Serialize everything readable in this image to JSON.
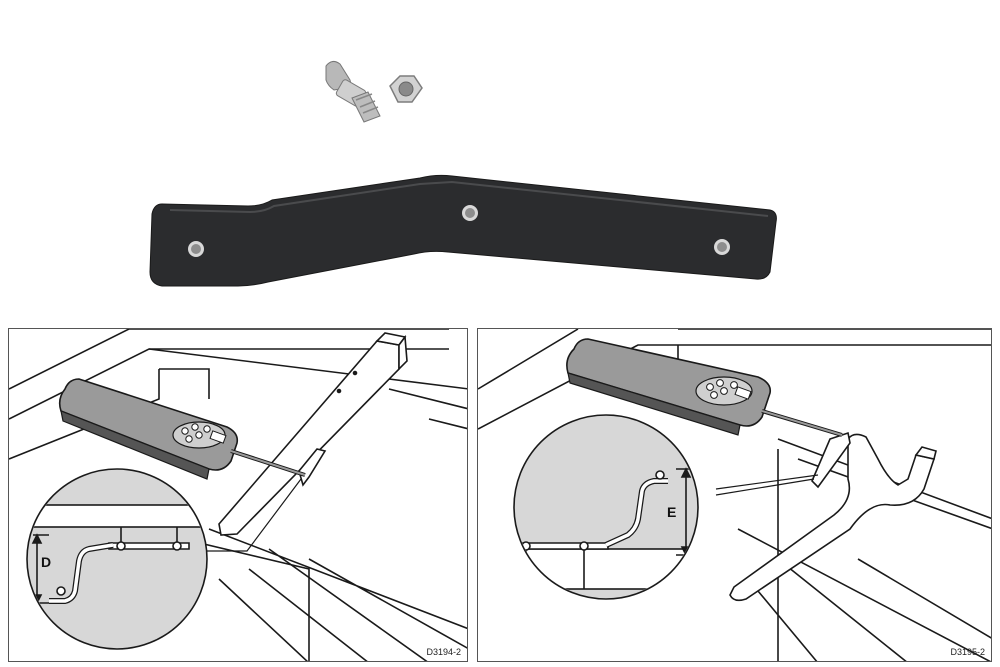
{
  "product_photo": {
    "bracket_color": "#2b2c2e",
    "hardware_color": "#c9c9c9"
  },
  "diagrams": [
    {
      "id": "left",
      "dimension_label": "D",
      "code": "D3194-2"
    },
    {
      "id": "right",
      "dimension_label": "E",
      "code": "D3195-2"
    }
  ],
  "colors": {
    "line": "#1a1a1a",
    "panel_bg": "#ffffff",
    "inset_bg": "#d7d7d7",
    "pilot_body": "#9a9a9a",
    "pilot_dark": "#555555"
  }
}
